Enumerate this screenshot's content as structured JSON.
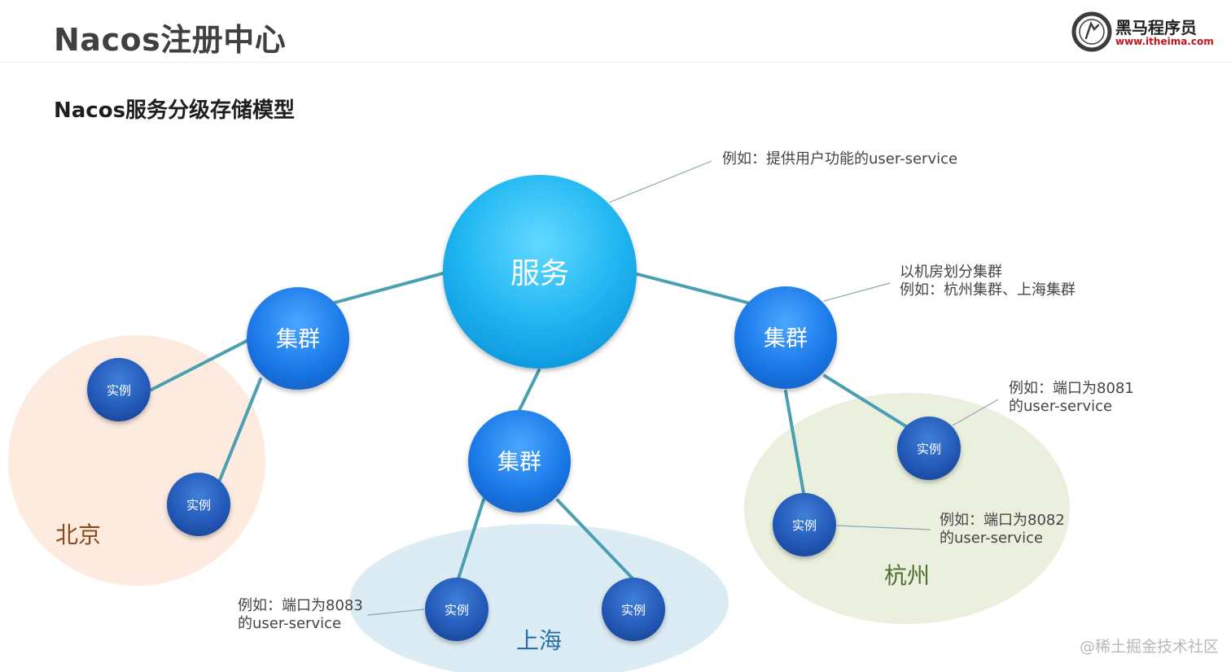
{
  "header": {
    "title": "Nacos注册中心"
  },
  "subtitle": "Nacos服务分级存储模型",
  "logo": {
    "name": "黑马程序员",
    "url": "www.itheima.com"
  },
  "nodes": {
    "service": "服务",
    "cluster_left": "集群",
    "cluster_center": "集群",
    "cluster_right": "集群",
    "instance_label": "实例"
  },
  "regions": {
    "beijing": "北京",
    "shanghai": "上海",
    "hangzhou": "杭州"
  },
  "annotations": {
    "service": "例如：提供用户功能的user-service",
    "cluster_line1": "以机房划分集群",
    "cluster_line2": "例如：杭州集群、上海集群",
    "inst_8081_line1": "例如：端口为8081",
    "inst_8081_line2": "的user-service",
    "inst_8082_line1": "例如：端口为8082",
    "inst_8082_line2": "的user-service",
    "inst_8083_line1": "例如：端口为8083",
    "inst_8083_line2": "的user-service"
  },
  "watermark": "@稀土掘金技术社区",
  "colors": {
    "beijing_region": "#fdebe0",
    "shanghai_region": "#dcecf5",
    "hangzhou_region": "#eaf0dd",
    "connector": "#4a9fb0",
    "node_blue": "#1f79e0"
  }
}
